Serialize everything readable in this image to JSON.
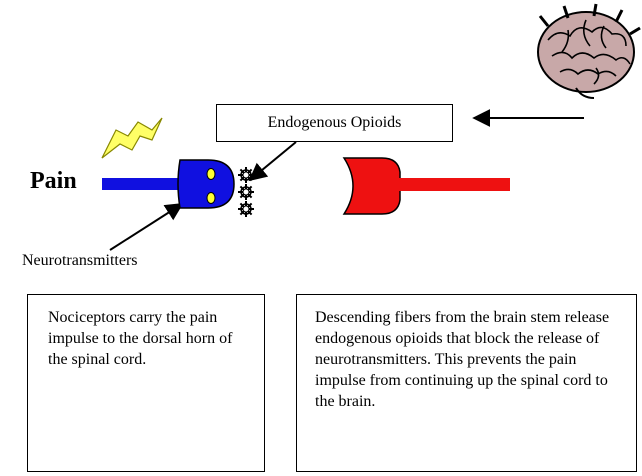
{
  "labels": {
    "pain": "Pain",
    "endogenous_opioids": "Endogenous Opioids",
    "neurotransmitters": "Neurotransmitters"
  },
  "info_boxes": {
    "left": "Nociceptors carry the pain impulse to the dorsal horn of the spinal cord.",
    "right": "Descending fibers from the brain stem release endogenous opioids that block the release of neurotransmitters. This prevents the pain impulse from continuing up the spinal cord to the brain."
  },
  "colors": {
    "presynaptic_fiber": "#1010e0",
    "postsynaptic_fiber": "#ee1111",
    "lightning": "#ffff66",
    "brain": "#c8a8a8"
  },
  "icons": [
    "lightning-icon",
    "brain-icon",
    "gear-icon"
  ]
}
